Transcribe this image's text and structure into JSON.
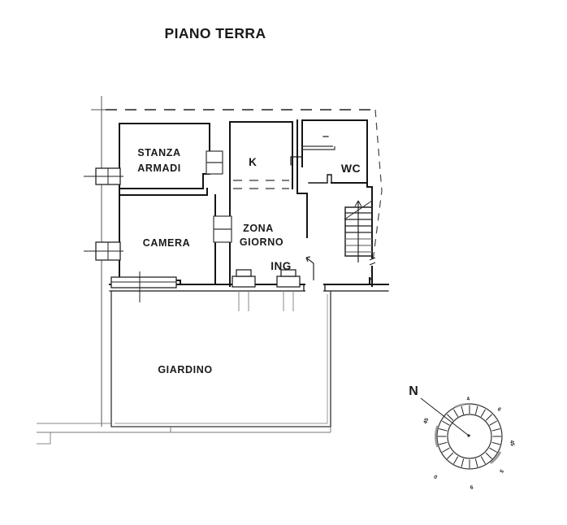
{
  "title": "PIANO TERRA",
  "rooms": {
    "stanza_armadi": {
      "line1": "STANZA",
      "line2": "ARMADI"
    },
    "kitchen": {
      "label": "K"
    },
    "wc": {
      "label": "WC"
    },
    "camera": {
      "label": "CAMERA"
    },
    "zona_giorno": {
      "line1": "ZONA",
      "line2": "GIORNO"
    },
    "ingresso": {
      "label": "ING"
    },
    "giardino": {
      "label": "GIARDINO"
    }
  },
  "compass": {
    "north": "N",
    "dial_labels": [
      "4",
      "6",
      "45",
      "5",
      "9",
      "0",
      "45"
    ]
  },
  "colors": {
    "ink": "#1a1a1a",
    "wall": "#141414",
    "thin_line": "#555555",
    "faint_line": "#999999",
    "background": "#ffffff"
  }
}
